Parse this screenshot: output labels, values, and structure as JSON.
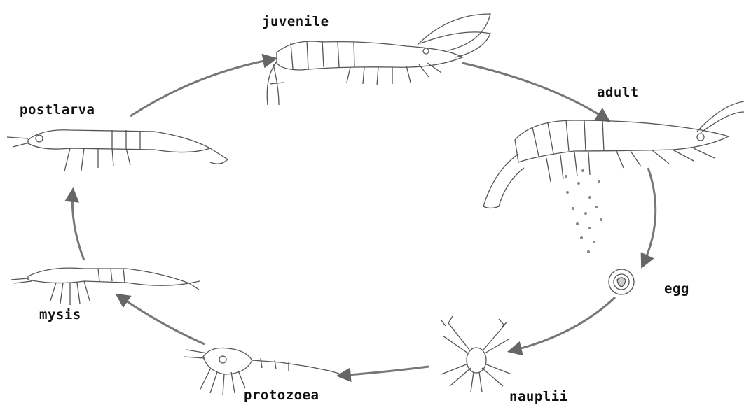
{
  "stages": {
    "juvenile": "juvenile",
    "adult": "adult",
    "egg": "egg",
    "nauplii": "nauplii",
    "protozoea": "protozoea",
    "mysis": "mysis",
    "postlarva": "postlarva"
  },
  "colors": {
    "arrow": "#666666",
    "ink": "#555555",
    "label": "#111111"
  }
}
